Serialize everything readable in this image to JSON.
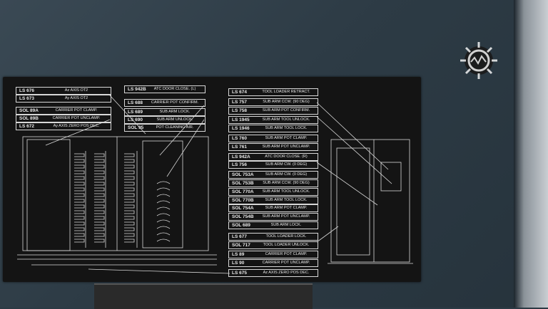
{
  "labels": {
    "left_top": [
      {
        "code": "LS 676",
        "desc": "Az AXIS OT2"
      },
      {
        "code": "LS 673",
        "desc": "Ay AXIS OT2"
      },
      {
        "code": "SOL 89A",
        "desc": "CARRIER POT CLAMP."
      },
      {
        "code": "SOL 89B",
        "desc": "CARRIER POT UNCLAMP."
      },
      {
        "code": "LS 672",
        "desc": "Ay AXIS ZERO POS DEC."
      }
    ],
    "middle_top": [
      {
        "code": "LS 942B",
        "desc": "ATC DOOR CLOSE. (L)"
      },
      {
        "code": "LS 688",
        "desc": "CARRIER POT CONFIRM."
      },
      {
        "code": "LS 689",
        "desc": "SUB ARM LOCK."
      },
      {
        "code": "LS 690",
        "desc": "SUB ARM UNLOCK."
      },
      {
        "code": "SOL 95",
        "desc": "POT CLEANING AIR."
      }
    ],
    "right_column": [
      {
        "code": "LS 674",
        "desc": "TOOL LOADER RETRACT."
      },
      {
        "code": "LS 757",
        "desc": "SUB ARM CCW. (90 DEG)"
      },
      {
        "code": "LS 758",
        "desc": "SUB ARM POT CONFIRM."
      },
      {
        "code": "LS 1945",
        "desc": "SUB ARM TOOL UNLOCK."
      },
      {
        "code": "LS 1946",
        "desc": "SUB ARM TOOL LOCK."
      },
      {
        "code": "LS 760",
        "desc": "SUB ARM POT CLAMP."
      },
      {
        "code": "LS 761",
        "desc": "SUB ARM POT UNCLAMP."
      },
      {
        "code": "LS 942A",
        "desc": "ATC DOOR CLOSE. (R)"
      },
      {
        "code": "LS 756",
        "desc": "SUB ARM CW. (0 DEG)"
      },
      {
        "code": "SOL 753A",
        "desc": "SUB ARM CW. (0 DEG)"
      },
      {
        "code": "SOL 753B",
        "desc": "SUB ARM CCW. (90 DEG)"
      },
      {
        "code": "SOL 770A",
        "desc": "SUB ARM TOOL UNLOCK."
      },
      {
        "code": "SOL 770B",
        "desc": "SUB ARM TOOL LOCK."
      },
      {
        "code": "SOL 754A",
        "desc": "SUB ARM POT CLAMP."
      },
      {
        "code": "SOL 754B",
        "desc": "SUB ARM POT UNCLAMP."
      },
      {
        "code": "SOL 689",
        "desc": "SUB ARM LOCK."
      },
      {
        "code": "LS 677",
        "desc": "TOOL LOADER LOCK."
      },
      {
        "code": "SOL 717",
        "desc": "TOOL LOADER UNLOCK."
      },
      {
        "code": "LS 89",
        "desc": "CARRIER POT CLAMP."
      },
      {
        "code": "LS 90",
        "desc": "CARRIER POT UNCLAMP."
      },
      {
        "code": "LS 675",
        "desc": "Az AXIS ZERO POS DEC."
      }
    ]
  },
  "colors": {
    "plate": "#141414",
    "line": "#d8d8d8",
    "panel": "#2d3b45"
  },
  "icons": {
    "watermark": "gear-logo-icon"
  }
}
